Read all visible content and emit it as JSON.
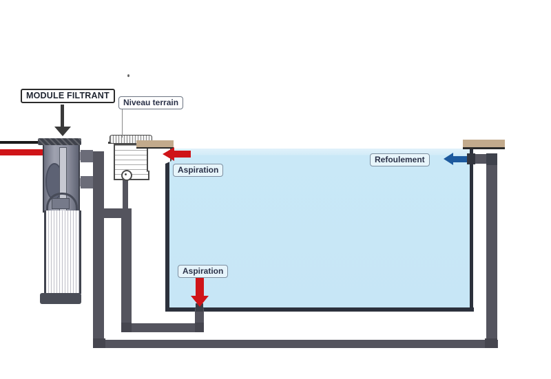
{
  "diagram": {
    "type": "pool-filtration-schematic",
    "labels": {
      "module_filtrant": "MODULE FILTRANT",
      "niveau_terrain": "Niveau terrain",
      "aspiration_skimmer": "Aspiration",
      "aspiration_drain": "Aspiration",
      "refoulement": "Refoulement"
    },
    "arrows": [
      {
        "name": "module-pointer-arrow",
        "direction": "down",
        "color": "#3a3a3a"
      },
      {
        "name": "aspiration-skimmer-arrow",
        "direction": "left",
        "color": "#cf1418"
      },
      {
        "name": "aspiration-drain-arrow",
        "direction": "down",
        "color": "#cf1418"
      },
      {
        "name": "refoulement-arrow",
        "direction": "left",
        "color": "#1d5a9e"
      }
    ],
    "colors": {
      "pipe": "#54545e",
      "aspiration_red": "#cf1418",
      "refoulement_blue": "#1d5a9e",
      "pool_water": "#c9e8f7",
      "pool_outline": "#2c313c",
      "coping_tan": "#c2aa8c",
      "label_text": "#2a3148",
      "background": "#ffffff"
    }
  }
}
